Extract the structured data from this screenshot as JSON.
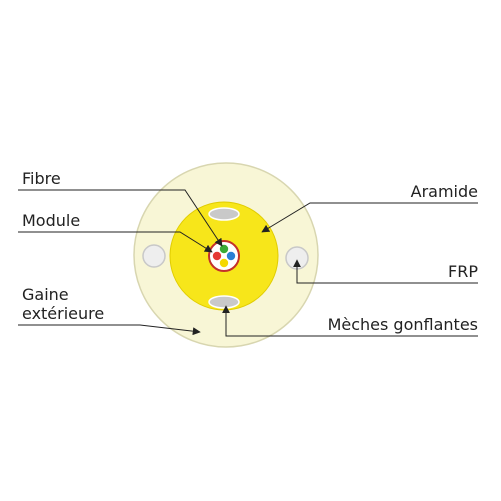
{
  "labels": {
    "fibre": "Fibre",
    "module": "Module",
    "gaine_line1": "Gaine",
    "gaine_line2": "extérieure",
    "aramide": "Aramide",
    "frp": "FRP",
    "meches": "Mèches gonflantes"
  },
  "colors": {
    "outer_sheath": "#f8f6d6",
    "outer_stroke": "#d8d6b0",
    "aramid_yellow": "#f7e61a",
    "module_ring": "#c4312b",
    "frp_fill": "#eeeeee",
    "swell_yarn": "#c9c9c9",
    "leader_line": "#222222",
    "fiber_blue": "#2a7fd4",
    "fiber_green": "#3aaa35",
    "fiber_red": "#e53935",
    "fiber_yellow": "#f5d800"
  }
}
